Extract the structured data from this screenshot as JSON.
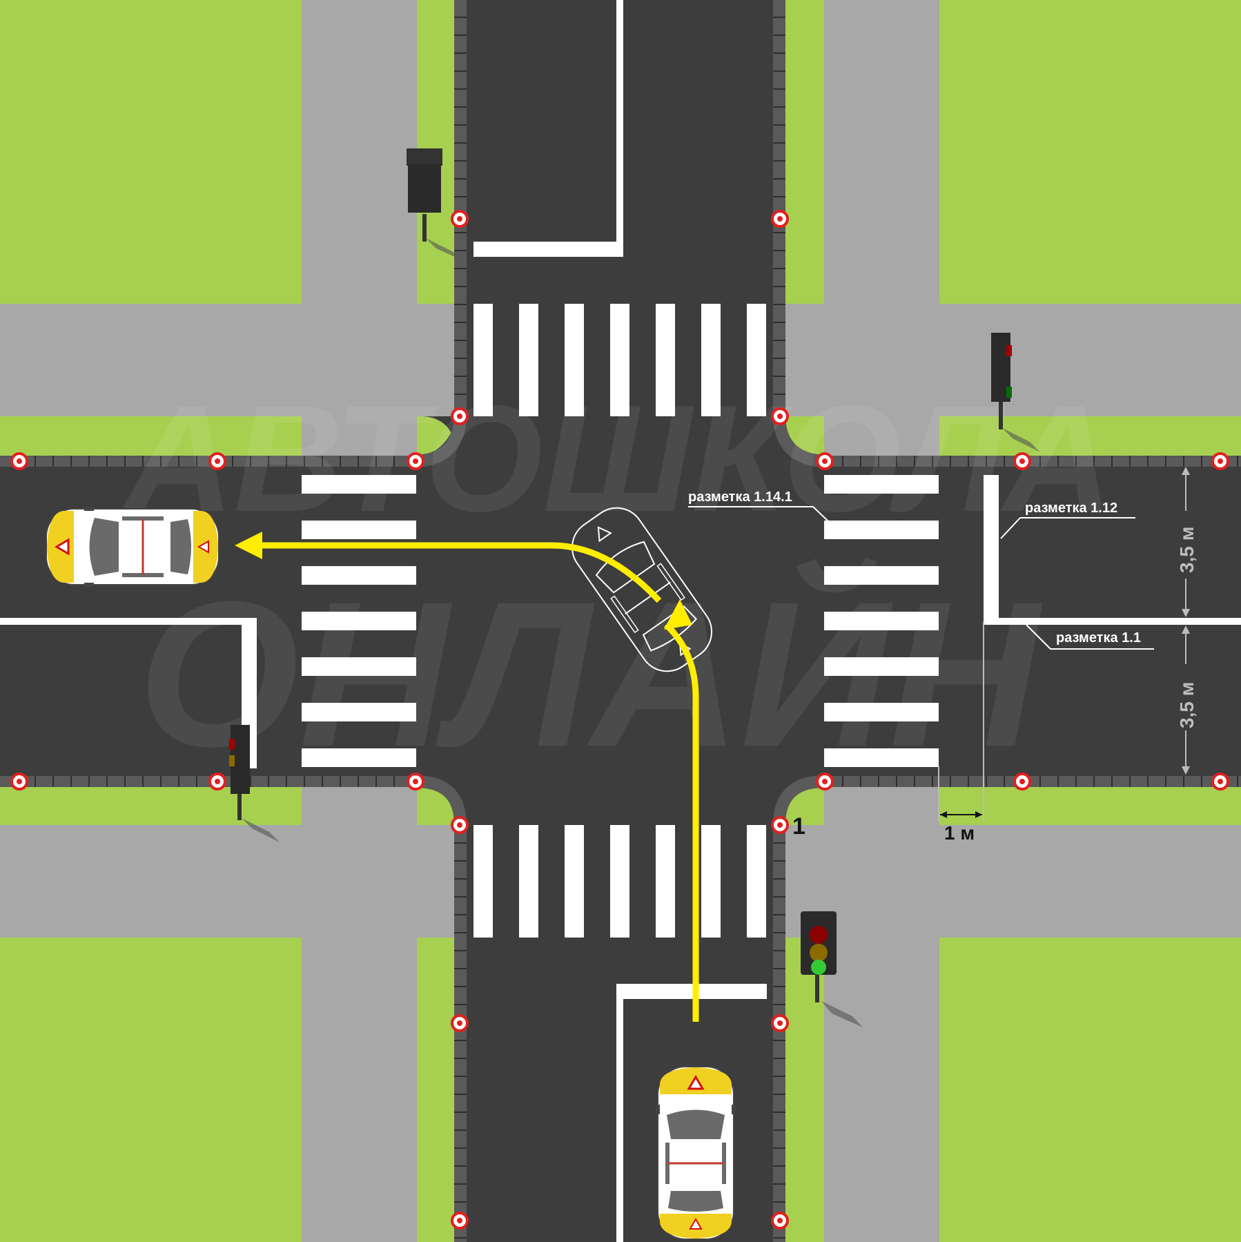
{
  "labels": {
    "marking_1_14_1": "разметка 1.14.1",
    "marking_1_12": "разметка 1.12",
    "marking_1_1": "разметка 1.1",
    "lane_width_upper": "3,5 м",
    "lane_width_lower": "3,5 м",
    "stop_line_distance": "1 м",
    "point_number": "1"
  },
  "watermark": {
    "line1": "АВТОШКОЛА",
    "line2": "ОНЛАЙН"
  },
  "colors": {
    "grass": "#a8d050",
    "sidewalk": "#a8a8a8",
    "asphalt": "#3d3d3d",
    "curb": "#5a5a5a",
    "marking": "#ffffff",
    "route_arrow": "#ffee00",
    "traffic_light_red": "#8b0000",
    "traffic_light_yellow": "#8b6a00",
    "traffic_light_green": "#35c935",
    "cone_red": "#e02020"
  },
  "traffic_light_south_state": "green",
  "vehicles": [
    {
      "name": "learner-car-start",
      "heading": "north"
    },
    {
      "name": "learner-car-turning",
      "heading": "north-west",
      "style": "outline"
    },
    {
      "name": "learner-car-finish",
      "heading": "west"
    }
  ],
  "route": {
    "from": "south",
    "to": "west",
    "maneuver": "left-turn"
  }
}
